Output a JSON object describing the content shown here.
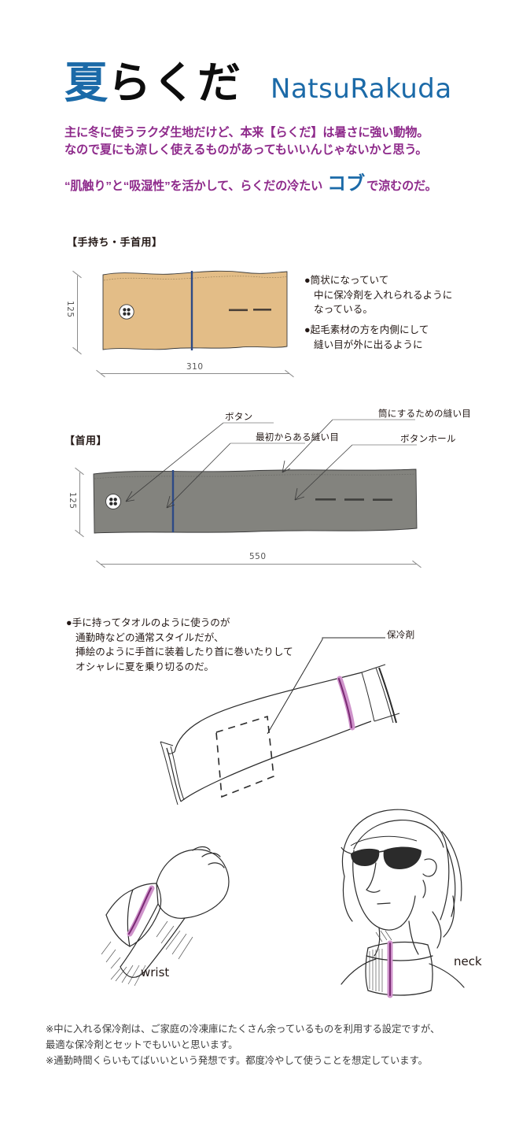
{
  "header": {
    "title_kanji": "夏",
    "title_kana": "らくだ",
    "title_romaji": "NatsuRakuda",
    "lead_line1": "主に冬に使うラクダ生地だけど、本来【らくだ】は暑さに強い動物。",
    "lead_line2": "なので夏にも涼しく使えるものがあってもいいんじゃないかと思う。",
    "lead_line3_a": "“肌触り”と“吸湿性”を活かして、らくだの冷たい",
    "lead_line3_kobu": "コブ",
    "lead_line3_b": "で涼むのだ。",
    "accent_blue": "#1b6aa8",
    "accent_purple": "#8e2a8b"
  },
  "section_hand": {
    "label": "【手持ち・手首用】",
    "dim_height": "125",
    "dim_width": "310",
    "fabric_color": "#e3bd87",
    "seam_color": "#2d4a86",
    "notes": [
      {
        "bullet": "●筒状になっていて",
        "lines": [
          "中に保冷剤を入れられるように",
          "なっている。"
        ]
      },
      {
        "bullet": "●起毛素材の方を内側にして",
        "lines": [
          "縫い目が外に出るように"
        ]
      }
    ]
  },
  "section_neck": {
    "label": "【首用】",
    "dim_height": "125",
    "dim_width": "550",
    "fabric_color": "#83837e",
    "seam_color": "#2d4a86",
    "callouts": [
      {
        "name": "button",
        "text": "ボタン"
      },
      {
        "name": "original-seam",
        "text": "最初からある縫い目"
      },
      {
        "name": "tube-seam",
        "text": "筒にするための縫い目"
      },
      {
        "name": "buttonhole",
        "text": "ボタンホール"
      }
    ]
  },
  "section_usage": {
    "notes": {
      "bullet": "●手に持ってタオルのように使うのが",
      "lines": [
        "通勤時などの通常スタイルだが、",
        "挿絵のように手首に装着したり首に巻いたりして",
        "オシャレに夏を乗り切るのだ。"
      ]
    },
    "coolant_label": "保冷剤",
    "coolant_color": "#c98ec4",
    "caption_wrist": "wrist",
    "caption_neck": "neck"
  },
  "footnotes": [
    "※中に入れる保冷剤は、ご家庭の冷凍庫にたくさん余っているものを利用する設定ですが、",
    "最適な保冷剤とセットでもいいと思います。",
    "※通勤時間くらいもてばいいという発想です。都度冷やして使うことを想定しています。"
  ]
}
